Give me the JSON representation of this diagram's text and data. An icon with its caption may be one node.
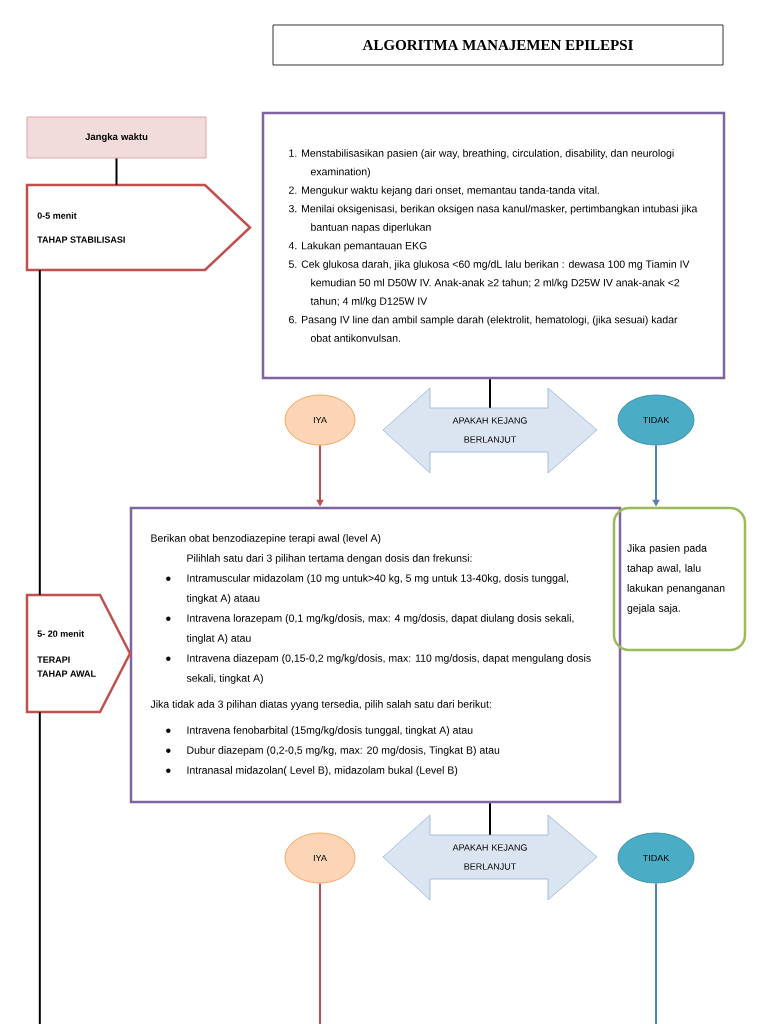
{
  "diagram": {
    "title": "ALGORITMA MANAJEMEN EPILEPSI",
    "nodes": [
      {
        "text": [
          "Jangka waktu"
        ]
      },
      {
        "text": [
          "0-5 menit",
          "TAHAP STABILISASI"
        ]
      },
      {
        "text": [
          "1. Menstabilisasikan pasien (air way, breathing, circulation, disability, dan neurologi examination)",
          "2. Mengukur waktu kejang dari onset, memantau tanda-tanda vital.",
          "3. Menilai oksigenisasi, berikan oksigen nasa kanul/masker, pertimbangkan intubasi jika bantuan napas diperlukan",
          "4. Lakukan pemantauan EKG",
          "5. Cek glukosa darah, jika glukosa <60 mg/dL lalu berikan : dewasa 100 mg Tiamin IV kemudian 50 ml D50W IV. Anak-anak ≥2 tahun; 2 ml/kg D25W IV anak-anak <2 tahun; 4 ml/kg D125W IV",
          "6. Pasang IV line dan ambil sample darah (elektrolit, hematologi, (jika sesuai) kadar obat antikonvulsan."
        ]
      },
      {
        "text": [
          "IYA"
        ]
      },
      {
        "text": [
          "APAKAH KEJANG BERLANJUT"
        ]
      },
      {
        "text": [
          "TIDAK"
        ]
      },
      {
        "text": [
          "Berikan obat benzodiazepine terapi awal (level A)",
          "Pilihlah satu dari 3 pilihan tertama dengan dosis dan frekunsi:",
          "Intramuscular midazolam (10 mg untuk>40 kg, 5 mg untuk 13-40kg, dosis tunggal, tingkat A) ataau",
          "Intravena lorazepam (0,1 mg/kg/dosis, max: 4 mg/dosis, dapat diulang dosis sekali, tinglat A) atau",
          "Intravena diazepam (0,15-0,2 mg/kg/dosis, max: 110 mg/dosis, dapat mengulang dosis sekali, tingkat A)",
          "Jika tidak ada 3 pilihan diatas yyang tersedia, pilih salah satu dari berikut:",
          "Intravena fenobarbital (15mg/kg/dosis tunggal, tingkat A) atau",
          "Dubur diazepam (0,2-0,5 mg/kg, max: 20 mg/dosis, Tingkat B) atau",
          "Intranasal midazolan( Level B), midazolam bukal (Level B)"
        ]
      },
      {
        "text": [
          "Jika pasien pada tahap awal, lalu lakukan penanganan gejala saja."
        ]
      },
      {
        "text": [
          "5- 20 menit",
          "TERAPI TAHAP AWAL"
        ]
      },
      {
        "text": [
          "IYA"
        ]
      },
      {
        "text": [
          "APAKAH KEJANG BERLANJUT"
        ]
      },
      {
        "text": [
          "TIDAK"
        ]
      }
    ],
    "edges": [
      {
        "from": 0,
        "to": 1,
        "arrow": "none"
      },
      {
        "from": 1,
        "to": 8,
        "arrow": "none"
      },
      {
        "from": 8,
        "to": null,
        "arrow": "none"
      },
      {
        "from": 2,
        "to": 4,
        "arrow": "none"
      },
      {
        "from": 3,
        "to": 6,
        "arrow": "to",
        "color": "#c0504d"
      },
      {
        "from": 5,
        "to": 7,
        "arrow": "to",
        "color": "#4f81bd"
      },
      {
        "from": 6,
        "to": 10,
        "arrow": "none"
      },
      {
        "from": 9,
        "to": null,
        "arrow": "none",
        "color": "#c0504d"
      },
      {
        "from": 11,
        "to": null,
        "arrow": "none",
        "color": "#4f81bd"
      }
    ]
  }
}
